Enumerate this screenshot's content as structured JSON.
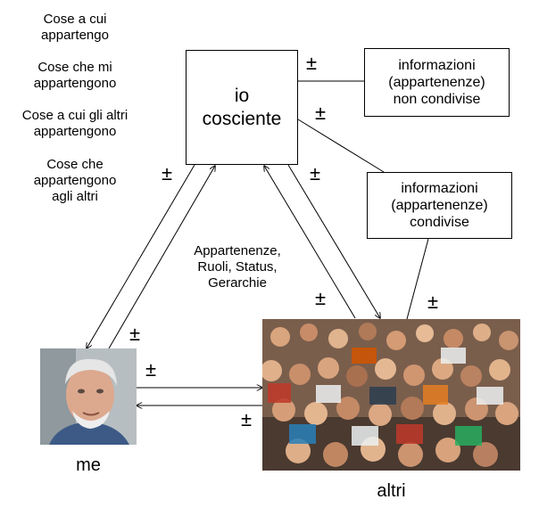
{
  "notes": [
    "Cose a cui\nappartengo",
    "Cose che mi\nappartengono",
    "Cose a cui gli altri\nappartengono",
    "Cose che\nappartengono\nagli altri"
  ],
  "io_box": {
    "label": "io\ncosciente"
  },
  "info_non_condivise": {
    "label": "informazioni\n(appartenenze)\nnon condivise"
  },
  "info_condivise": {
    "label": "informazioni\n(appartenenze)\ncondivise"
  },
  "center_label": "Appartenenze,\nRuoli, Status,\nGerarchie",
  "plus_minus": "±",
  "me": {
    "caption": "me",
    "photo_icon": "portrait-photo-icon"
  },
  "altri": {
    "caption": "altri",
    "photo_icon": "crowd-photo-icon"
  },
  "colors": {
    "line": "#000000",
    "box_border": "#000000",
    "background": "#ffffff"
  }
}
